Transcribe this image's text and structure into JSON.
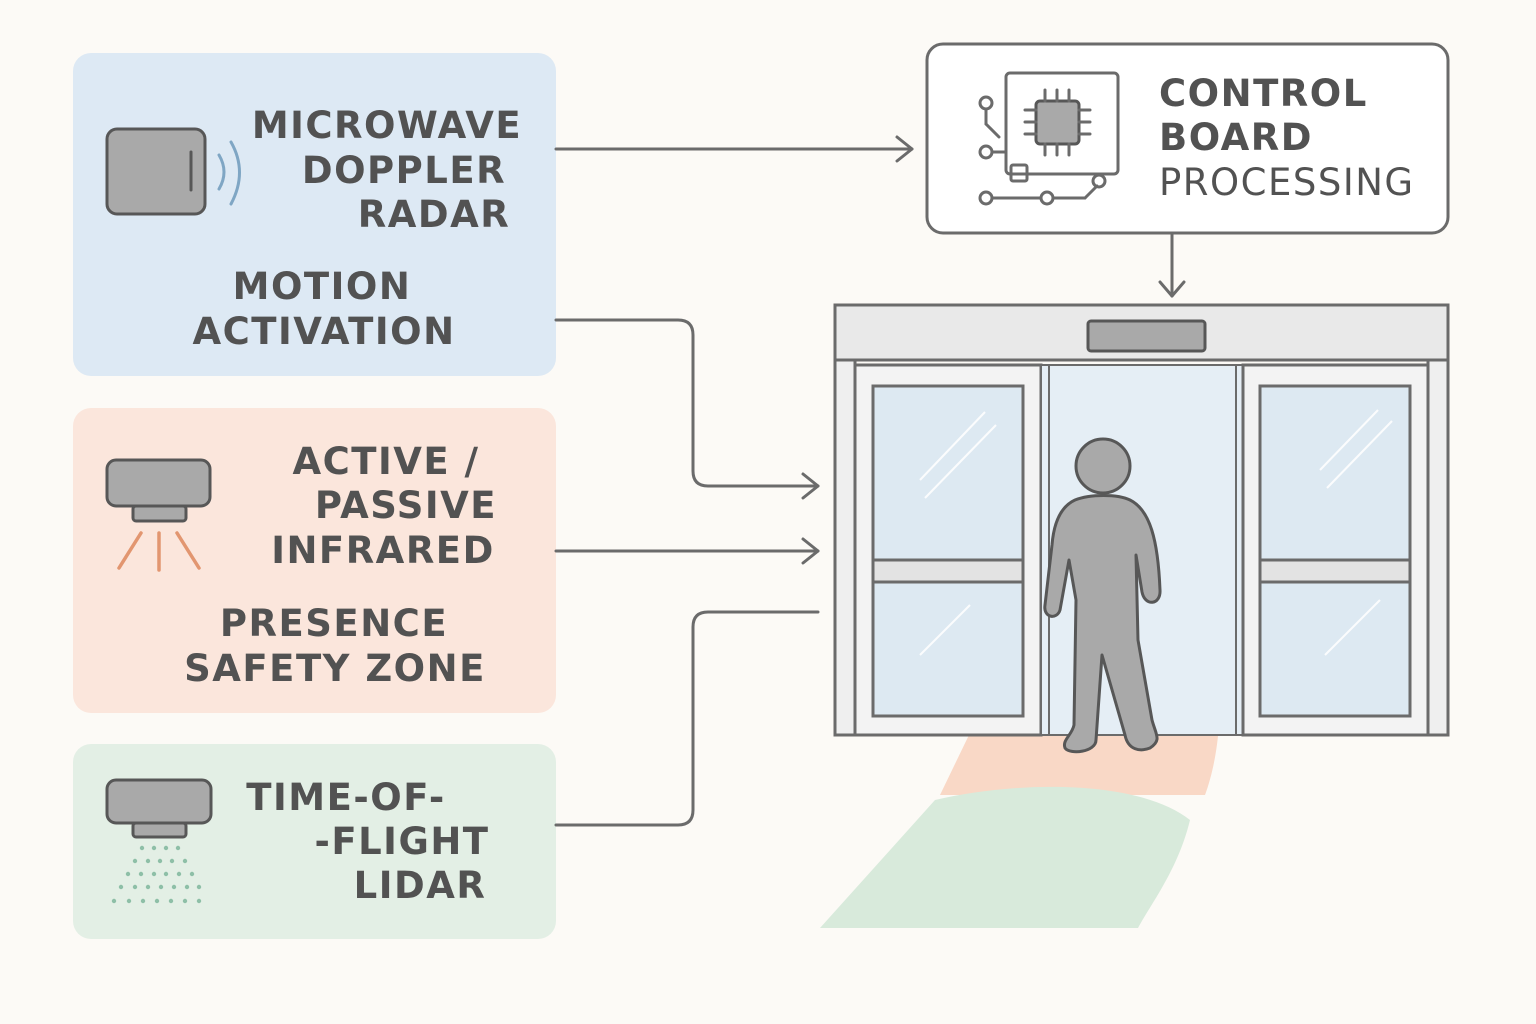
{
  "sensors": [
    {
      "id": "microwave",
      "title_lines": [
        "MICROWAVE",
        "DOPPLER",
        "RADAR"
      ],
      "function_lines": [
        "MOTION",
        "ACTIVATION"
      ],
      "color": "#dde9f4",
      "icon": "radar-sensor-icon"
    },
    {
      "id": "infrared",
      "title_lines": [
        "ACTIVE /",
        "PASSIVE",
        "INFRARED"
      ],
      "function_lines": [
        "PRESENCE",
        "SAFETY ZONE"
      ],
      "color": "#fbe6dc",
      "icon": "infrared-sensor-icon"
    },
    {
      "id": "lidar",
      "title_lines": [
        "TIME-OF-",
        "-FLIGHT",
        "LIDAR"
      ],
      "function_lines": [],
      "color": "#e3efe5",
      "icon": "lidar-sensor-icon"
    }
  ],
  "control_board": {
    "lines": [
      "CONTROL",
      "BOARD",
      "PROCESSING"
    ],
    "icon": "circuit-chip-icon"
  },
  "door": {
    "icon": "person-walking-icon"
  },
  "colors": {
    "line": "#6b6b6b",
    "device": "#a9a9a9",
    "text": "#525252",
    "infrared_zone": "#f9d8c6",
    "lidar_zone": "#d8eadb",
    "ir_beam": "#e29670",
    "lidar_dots": "#8ebfa7"
  }
}
